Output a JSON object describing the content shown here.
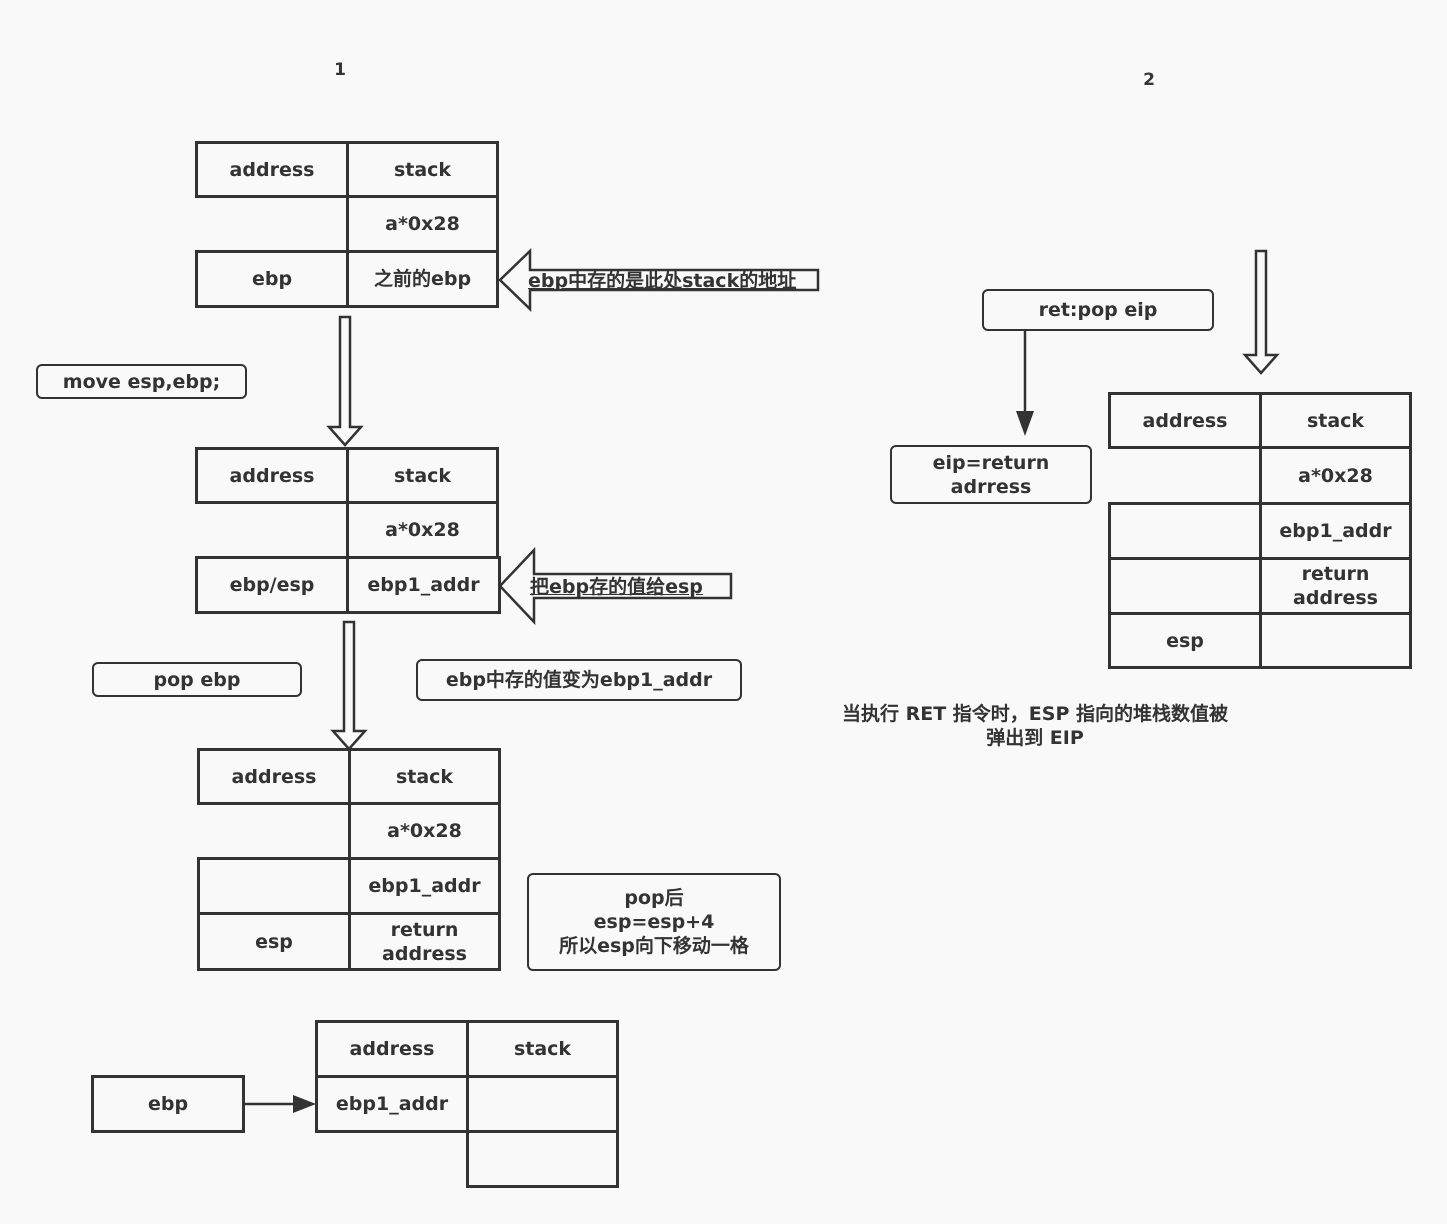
{
  "labels": {
    "step1": "1",
    "step2": "2",
    "address": "address",
    "stack": "stack",
    "a28": "a*0x28",
    "ebp": "ebp",
    "prev_ebp": "之前的ebp",
    "ebp_esp": "ebp/esp",
    "ebp1_addr": "ebp1_addr",
    "esp": "esp",
    "return_address": "return\naddress",
    "move_esp_ebp": "move esp,ebp;",
    "pop_ebp": "pop ebp",
    "ebp_value_changed": "ebp中存的值变为ebp1_addr",
    "pop_after": "pop后\nesp=esp+4\n所以esp向下移动一格",
    "arrow_note_1": "ebp中存的是此处stack的地址",
    "arrow_note_2": "把ebp存的值给esp",
    "ret_pop_eip": "ret:pop eip",
    "eip_return": "eip=return\nadrress",
    "ret_caption": "当执行 RET 指令时，ESP 指向的堆栈数值被\n弹出到 EIP"
  },
  "colors": {
    "stroke": "#333333",
    "background": "#f9f9f9"
  }
}
